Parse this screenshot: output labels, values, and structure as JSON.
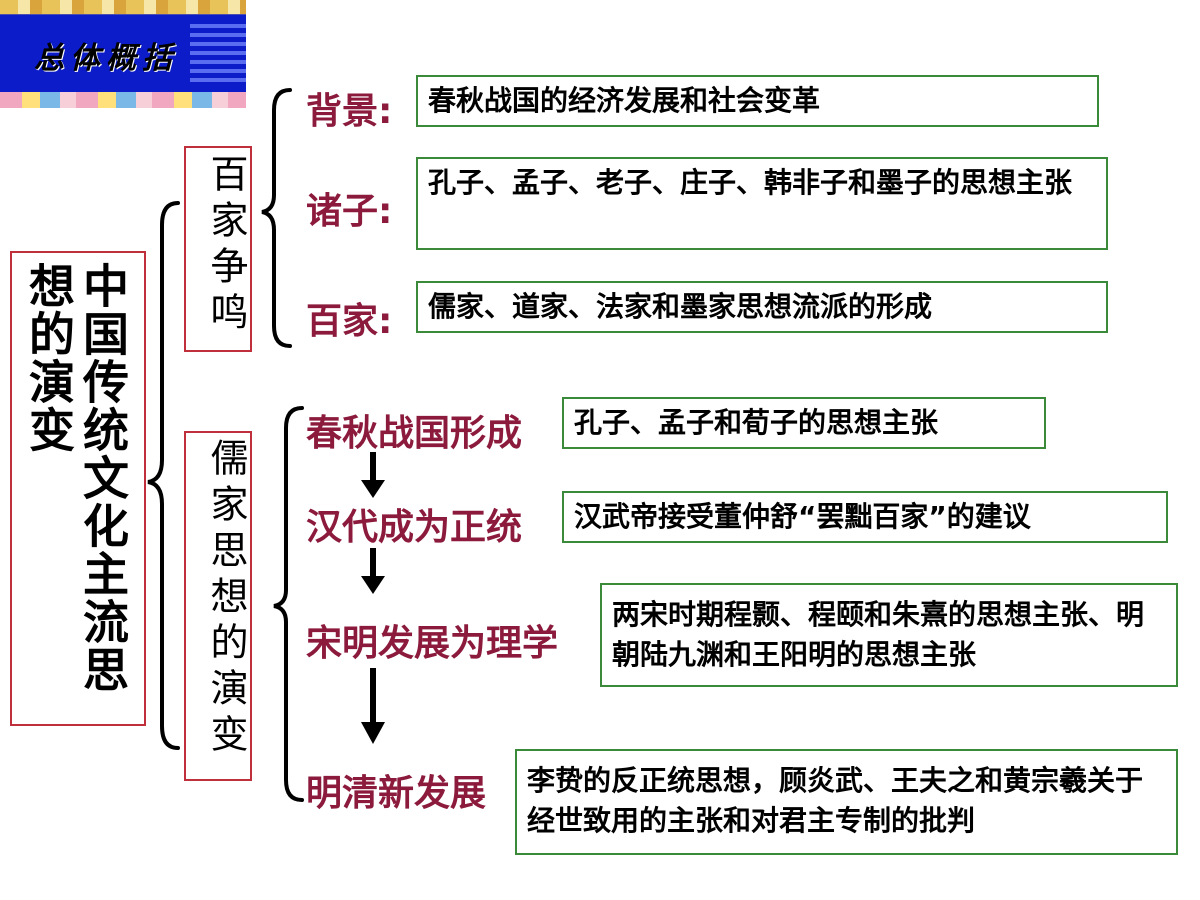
{
  "banner": {
    "title": "总体概括"
  },
  "main_topic": "中国传统文化主流思想的演变",
  "branches": [
    {
      "title": "百家争鸣",
      "items": [
        {
          "label": "背景:",
          "content": "春秋战国的经济发展和社会变革"
        },
        {
          "label": "诸子:",
          "content": "孔子、孟子、老子、庄子、韩非子和墨子的思想主张"
        },
        {
          "label": "百家:",
          "content": "儒家、道家、法家和墨家思想流派的形成"
        }
      ]
    },
    {
      "title": "儒家思想的演变",
      "items": [
        {
          "label": "春秋战国形成",
          "content": "孔子、孟子和荀子的思想主张"
        },
        {
          "label": "汉代成为正统",
          "content": "汉武帝接受董仲舒“罢黜百家”的建议"
        },
        {
          "label": "宋明发展为理学",
          "content": "两宋时期程颢、程颐和朱熹的思想主张、明朝陆九渊和王阳明的思想主张"
        },
        {
          "label": "明清新发展",
          "content": "李贽的反正统思想，顾炎武、王夫之和黄宗羲关于经世致用的主张和对君主专制的批判"
        }
      ]
    }
  ],
  "colors": {
    "label": "#8b1a3c",
    "main_border": "#c0303c",
    "content_border": "#3a8a3a",
    "banner": "#0b1cc8"
  }
}
